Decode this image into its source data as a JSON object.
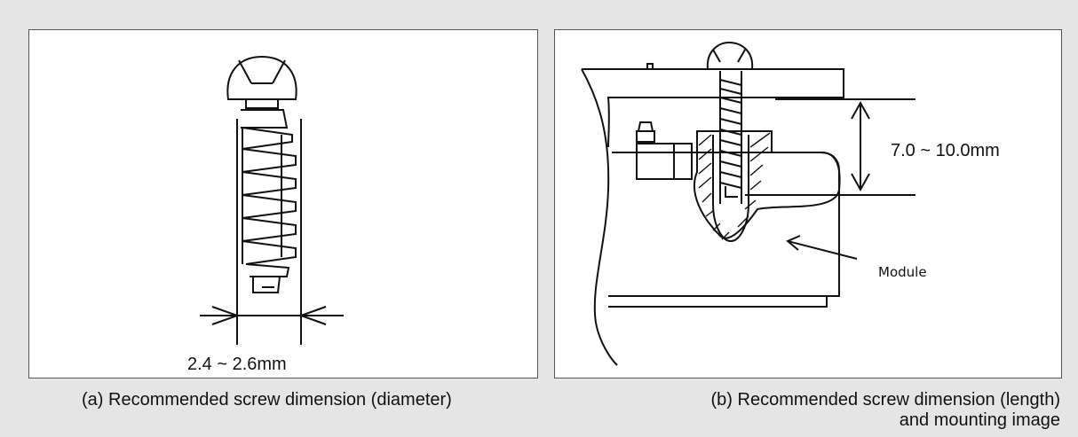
{
  "panel_a": {
    "dimension_label": "2.4 ~ 2.6mm",
    "caption": "(a) Recommended screw dimension (diameter)"
  },
  "panel_b": {
    "dimension_label": "7.0 ~ 10.0mm",
    "module_label": "Module",
    "caption_line1": "(b) Recommended screw dimension (length)",
    "caption_line2": "and mounting image"
  },
  "colors": {
    "background": "#e5e5e5",
    "panel": "#ffffff",
    "line": "#111111"
  }
}
